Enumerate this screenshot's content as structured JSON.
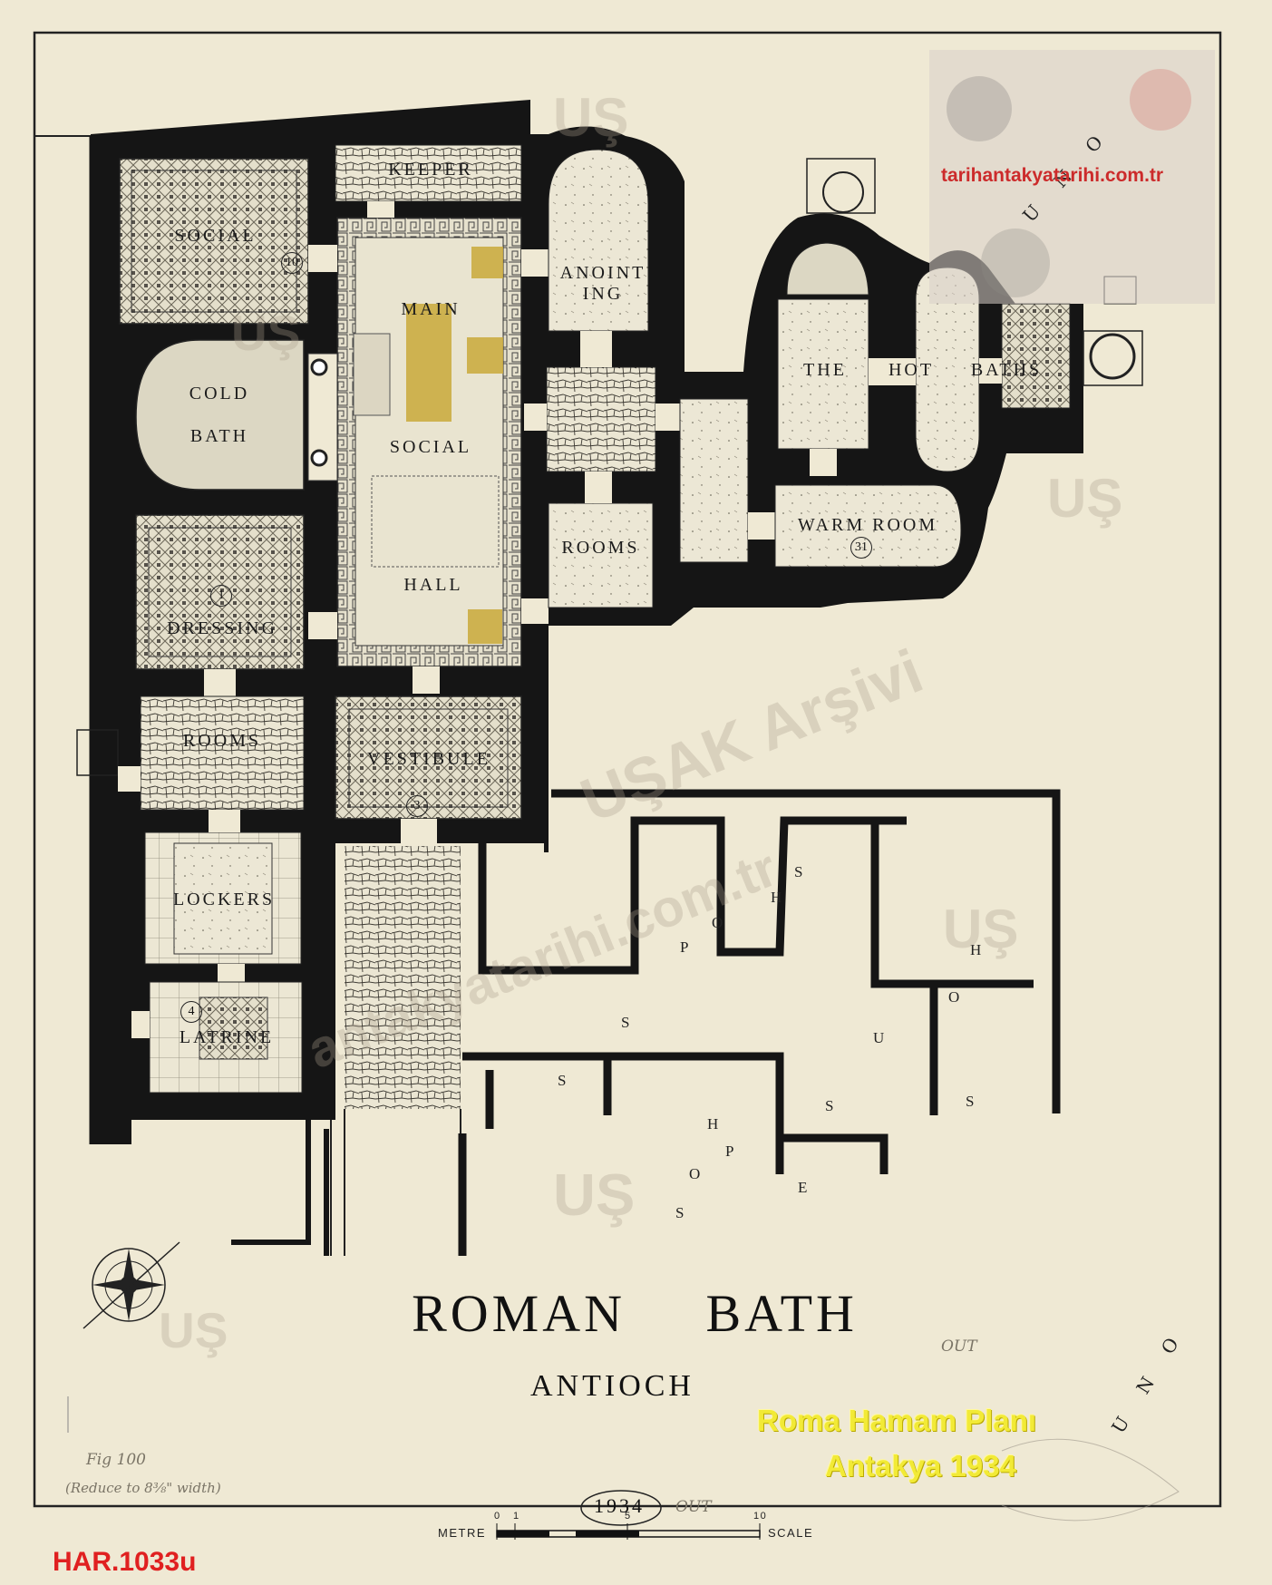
{
  "rooms": {
    "keeper": "KEEPER",
    "social": "SOCIAL",
    "main": "MAIN",
    "social_hall_mid": "SOCIAL",
    "hall": "HALL",
    "anointing_line1": "ANOINT",
    "anointing_line2": "ING",
    "cold_line1": "COLD",
    "cold_line2": "BATH",
    "hot_1": "THE",
    "hot_2": "HOT",
    "hot_3": "BATHS",
    "warm": "WARM ROOM",
    "rooms_center": "ROOMS",
    "dressing": "DRESSING",
    "rooms_left": "ROOMS",
    "vestibule": "VESTIBULE",
    "lockers": "LOCKERS",
    "latrine": "LATRINE"
  },
  "numbers": {
    "n10": "10",
    "n1": "1",
    "n31": "31",
    "n3": "3",
    "n4": "4"
  },
  "shops_upper": [
    "S",
    "H",
    "O",
    "P",
    "S"
  ],
  "shops_lower": [
    "S",
    "H",
    "O",
    "P",
    "S"
  ],
  "houses": [
    "H",
    "O",
    "U",
    "S",
    "E",
    "S"
  ],
  "title": {
    "main": "ROMAN BATH",
    "sub": "ANTIOCH",
    "year": "1934"
  },
  "scale": {
    "metre": "METRE",
    "scale": "SCALE",
    "t0": "0",
    "t1": "1",
    "t5": "5",
    "t10": "10"
  },
  "annotations": {
    "out1": "OUT",
    "out2": "OUT",
    "fig_line1": "Fig 100",
    "fig_line2": "(Reduce to 8⅜\" width)",
    "uno_top": "U N O",
    "uno_bottom": "U N O"
  },
  "overlay": {
    "line1": "Roma Hamam Planı",
    "line2": "Antakya 1934",
    "code": "HAR.1033u",
    "site": "tarihantakyatarihi.com.tr"
  },
  "watermarks": [
    "UŞ",
    "UŞAK Arşivi",
    "antakyatarihi.com.tr"
  ],
  "colors": {
    "paper": "#efe9d4",
    "wall": "#151515",
    "floor": "#ebe6d3",
    "gold": "#c9a93a",
    "overlay_text": "#f2ea36",
    "code_text": "#e02020"
  }
}
